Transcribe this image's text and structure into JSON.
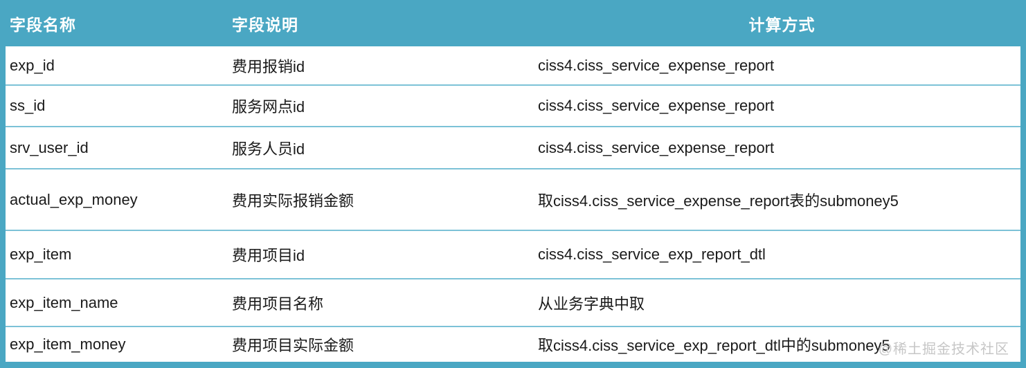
{
  "colors": {
    "header_bg": "#4aa7c3",
    "frame_border": "#4aa7c3",
    "row_divider": "#7cc2d7",
    "header_text": "#ffffff",
    "cell_text": "#1a1a1a",
    "watermark_text": "#c6c6c6"
  },
  "table": {
    "columns": [
      {
        "label": "字段名称",
        "align": "left"
      },
      {
        "label": "字段说明",
        "align": "left"
      },
      {
        "label": "计算方式",
        "align": "center"
      }
    ],
    "rows": [
      {
        "name": "exp_id",
        "desc": "费用报销id",
        "calc": "ciss4.ciss_service_expense_report"
      },
      {
        "name": "ss_id",
        "desc": "服务网点id",
        "calc": "ciss4.ciss_service_expense_report"
      },
      {
        "name": "srv_user_id",
        "desc": "服务人员id",
        "calc": "ciss4.ciss_service_expense_report"
      },
      {
        "name": "actual_exp_money",
        "desc": "费用实际报销金额",
        "calc": "取ciss4.ciss_service_expense_report表的submoney5"
      },
      {
        "name": "exp_item",
        "desc": "费用项目id",
        "calc": "ciss4.ciss_service_exp_report_dtl"
      },
      {
        "name": "exp_item_name",
        "desc": "费用项目名称",
        "calc": "从业务字典中取"
      },
      {
        "name": "exp_item_money",
        "desc": "费用项目实际金额",
        "calc": "取ciss4.ciss_service_exp_report_dtl中的submoney5"
      }
    ]
  },
  "watermark": "@稀土掘金技术社区"
}
